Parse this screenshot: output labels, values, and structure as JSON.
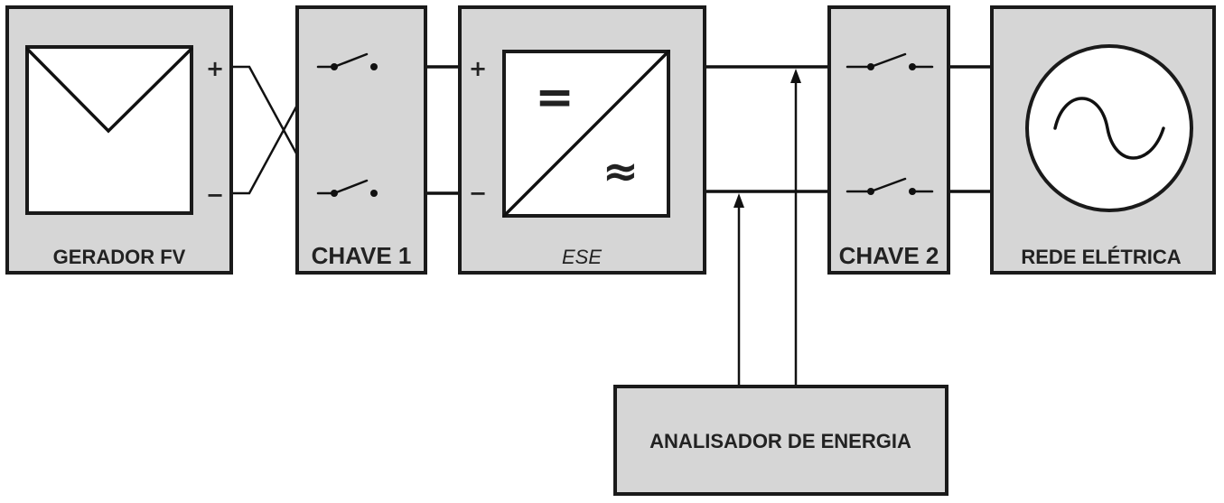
{
  "blocks": {
    "pv_generator": {
      "label": "GERADOR FV"
    },
    "switch_1": {
      "label": "CHAVE 1"
    },
    "inverter": {
      "label": "ESE",
      "dc_symbol": "=",
      "ac_symbol": "≈"
    },
    "switch_2": {
      "label": "CHAVE 2"
    },
    "grid": {
      "label": "REDE ELÉTRICA"
    },
    "analyzer": {
      "label": "ANALISADOR DE ENERGIA"
    }
  },
  "terminals": {
    "pv_plus": "+",
    "pv_minus": "−",
    "inverter_plus": "+",
    "inverter_minus": "−"
  },
  "colors": {
    "block_fill": "#d6d6d6",
    "stroke": "#1a1a1a",
    "background": "#ffffff"
  },
  "icons": [
    "solar-panel-icon",
    "switch-icon",
    "inverter-icon",
    "ac-source-icon"
  ]
}
